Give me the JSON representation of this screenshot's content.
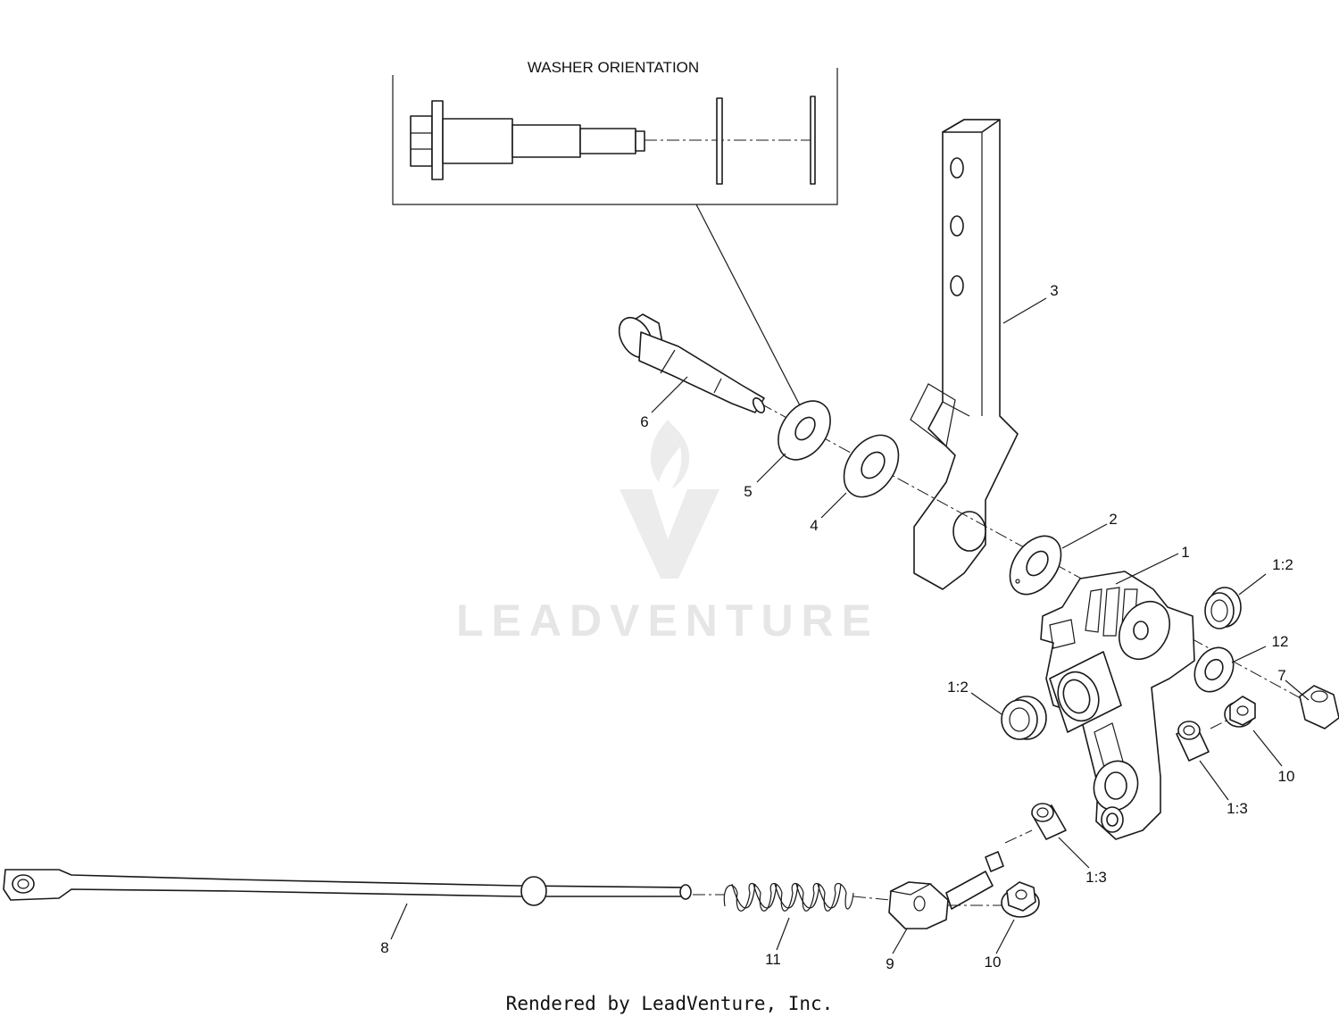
{
  "diagram": {
    "inset_title": "WASHER ORIENTATION",
    "watermark": "LEADVENTURE",
    "footer": "Rendered by LeadVenture, Inc.",
    "callouts": {
      "c1": "1",
      "c1_2a": "1:2",
      "c1_2b": "1:2",
      "c1_3a": "1:3",
      "c1_3b": "1:3",
      "c2": "2",
      "c3": "3",
      "c4": "4",
      "c5": "5",
      "c6": "6",
      "c7": "7",
      "c8": "8",
      "c9": "9",
      "c10a": "10",
      "c10b": "10",
      "c11": "11",
      "c12": "12"
    }
  }
}
